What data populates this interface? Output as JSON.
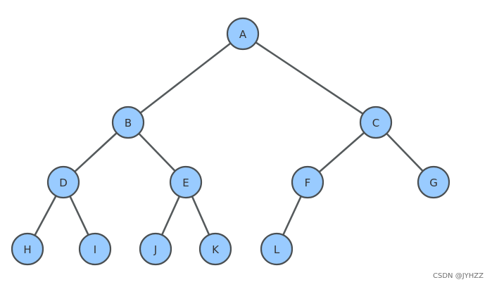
{
  "diagram": {
    "type": "binary-tree",
    "nodes": [
      {
        "id": "A",
        "label": "A"
      },
      {
        "id": "B",
        "label": "B"
      },
      {
        "id": "C",
        "label": "C"
      },
      {
        "id": "D",
        "label": "D"
      },
      {
        "id": "E",
        "label": "E"
      },
      {
        "id": "F",
        "label": "F"
      },
      {
        "id": "G",
        "label": "G"
      },
      {
        "id": "H",
        "label": "H"
      },
      {
        "id": "I",
        "label": "I"
      },
      {
        "id": "J",
        "label": "J"
      },
      {
        "id": "K",
        "label": "K"
      },
      {
        "id": "L",
        "label": "L"
      }
    ],
    "edges": [
      [
        "A",
        "B"
      ],
      [
        "A",
        "C"
      ],
      [
        "B",
        "D"
      ],
      [
        "B",
        "E"
      ],
      [
        "C",
        "F"
      ],
      [
        "C",
        "G"
      ],
      [
        "D",
        "H"
      ],
      [
        "D",
        "I"
      ],
      [
        "E",
        "J"
      ],
      [
        "E",
        "K"
      ],
      [
        "F",
        "L"
      ]
    ],
    "colors": {
      "node_fill": "#99cbff",
      "node_stroke": "#4a4f52",
      "edge": "#555a5c",
      "label": "#333333"
    }
  },
  "watermark": "CSDN @JYHZZ"
}
